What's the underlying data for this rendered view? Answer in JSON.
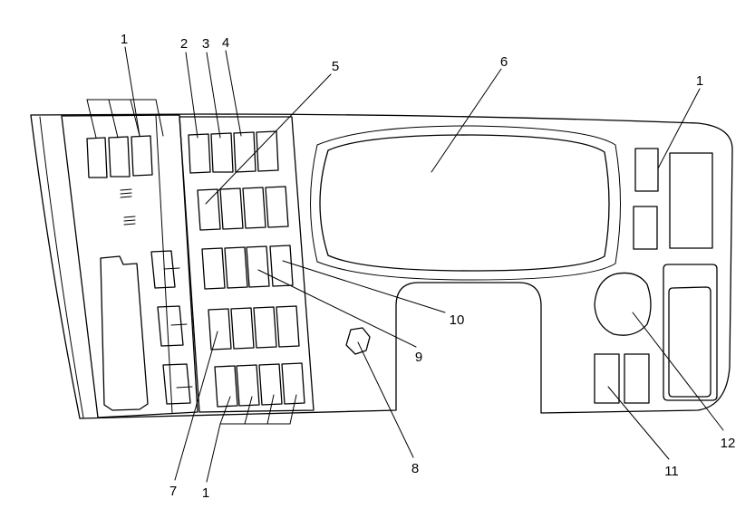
{
  "callouts": {
    "n1_top_left": "1",
    "n2": "2",
    "n3": "3",
    "n4": "4",
    "n5": "5",
    "n6": "6",
    "n1_right": "1",
    "n10": "10",
    "n9": "9",
    "n12": "12",
    "n8": "8",
    "n11": "11",
    "n7": "7",
    "n1_bottom": "1"
  }
}
